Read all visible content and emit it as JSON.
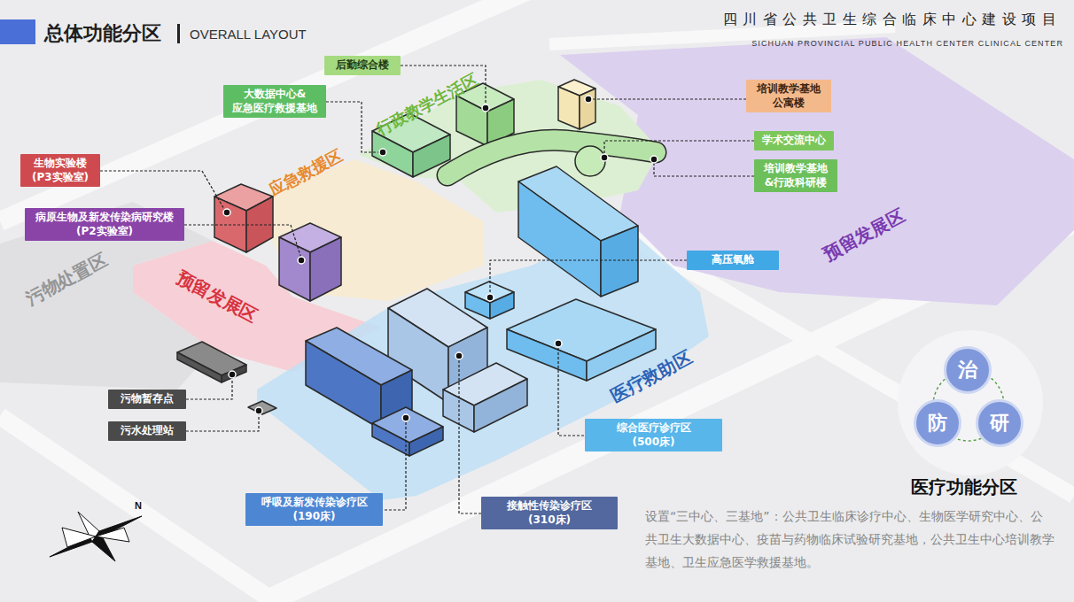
{
  "diagram": {
    "title": "总体功能分区",
    "nodes": [
      {
        "text": [
          "后勤综合楼"
        ]
      },
      {
        "text": [
          "大数据中心& 应急医疗救援基地"
        ]
      },
      {
        "text": [
          "培训教学基地 公寓楼"
        ]
      },
      {
        "text": [
          "学术交流中心"
        ]
      },
      {
        "text": [
          "生物实验楼 (P3实验室)"
        ]
      },
      {
        "text": [
          "培训教学基地 &行政科研楼"
        ]
      },
      {
        "text": [
          "病原生物及新发传染病研究楼 (P2实验室)"
        ]
      },
      {
        "text": [
          "高压氧舱"
        ]
      },
      {
        "text": [
          "治"
        ]
      },
      {
        "text": [
          "污物暂存点"
        ]
      },
      {
        "text": [
          "防"
        ]
      },
      {
        "text": [
          "研"
        ]
      },
      {
        "text": [
          "污水处理站"
        ]
      },
      {
        "text": [
          "综合医疗诊疗区 (500床)"
        ]
      },
      {
        "text": [
          "呼吸及新发传染诊疗区 (190床)"
        ]
      },
      {
        "text": [
          "接触性传染诊疗区 (310床)"
        ]
      }
    ],
    "labels": [
      "OVERALL LAYOUT",
      "四川省公共卫生综合临床中心建设项目",
      "SICHUAN PROVINCIAL PUBLIC HEALTH CENTER CLINICAL CENTER",
      "行政教学生活区",
      "应急救援区",
      "污物处置区",
      "预留发展区",
      "预留发展区",
      "医疗救助区",
      "医疗功能分区",
      "设置“三中心、三基地”：公共卫生临床诊疗中心、生物医学研究中心、公共卫生大数据中心、疫苗与药物临床试验研究基地，公共卫生中心培训教学基地、卫生应急医学救援基地。",
      "N"
    ]
  }
}
